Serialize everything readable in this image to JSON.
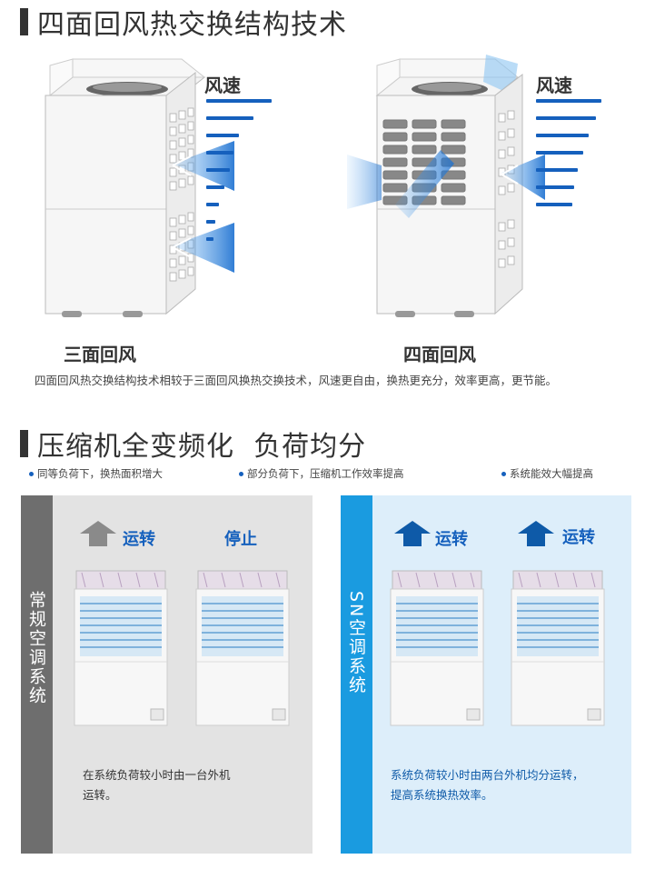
{
  "section1": {
    "title": "四面回风热交换结构技术",
    "left": {
      "wind_label": "风速",
      "caption": "三面回风"
    },
    "right": {
      "wind_label": "风速",
      "caption": "四面回风"
    },
    "description": "四面回风热交换结构技术相较于三面回风换热交换技术，风速更自由，换热更充分，效率更高，更节能。"
  },
  "section2": {
    "title": "压缩机全变频化  负荷均分",
    "bullets": [
      "同等负荷下，换热面积增大",
      "部分负荷下，压缩机工作效率提高",
      "系统能效大幅提高"
    ],
    "conventional": {
      "label": "常规空调系统",
      "unit1_status": "运转",
      "unit2_status": "停止",
      "text_line1": "在系统负荷较小时由一台外机",
      "text_line2": "运转。"
    },
    "sn": {
      "label": "SN空调系统",
      "unit1_status": "运转",
      "unit2_status": "运转",
      "text_line1": "系统负荷较小时由两台外机均分运转，",
      "text_line2": "提高系统换热效率。"
    }
  },
  "colors": {
    "accent": "#1560bd",
    "grey_panel": "#e3e3e3",
    "grey_side": "#6e6e6e",
    "blue_panel": "#ddeefa",
    "blue_side": "#1a9be0"
  }
}
